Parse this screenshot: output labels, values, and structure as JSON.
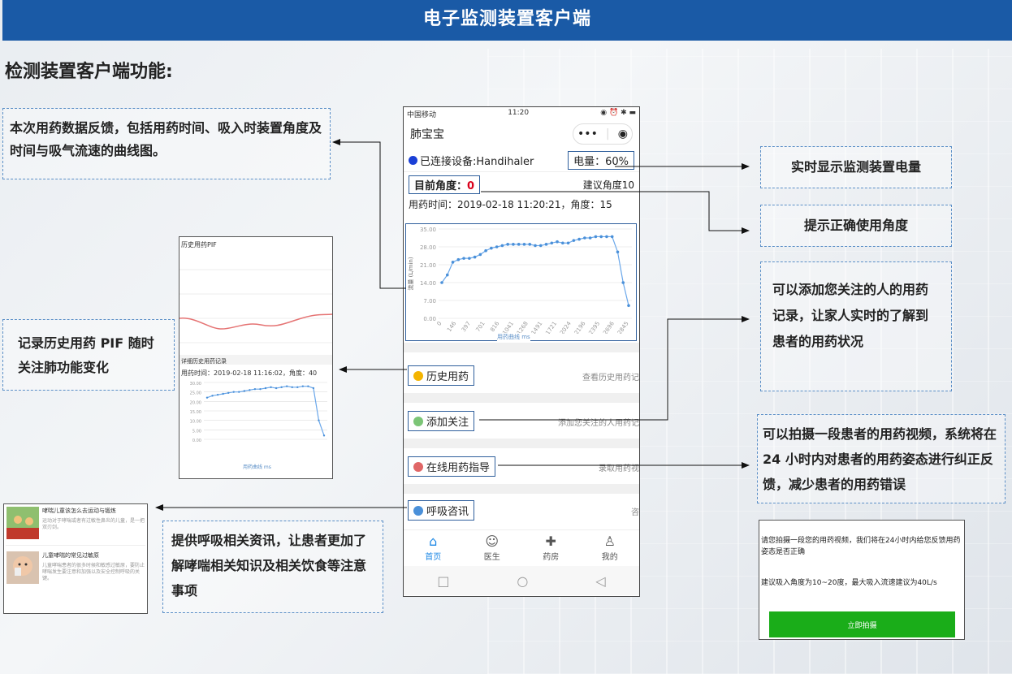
{
  "header_title": "电子监测装置客户端",
  "section_title": "检测装置客户端功能:",
  "callouts": {
    "feedback": "本次用药数据反馈，包括用药时间、吸入时装置角度及时间与吸气流速的曲线图。",
    "battery": "实时显示监测装置电量",
    "angle": "提示正确使用角度",
    "follow": "可以添加您关注的人的用药记录，让家人实时的了解到患者的用药状况",
    "pif": "记录历史用药 PIF 随时关注肺功能变化",
    "video": "可以拍摄一段患者的用药视频，系统将在 24 小时内对患者的用药姿态进行纠正反馈，减少患者的用药错误",
    "info": "提供呼吸相关资讯，让患者更加了解哮喘相关知识及相关饮食等注意事项"
  },
  "phone": {
    "status_left": "中国移动",
    "status_time": "11:20",
    "status_right": "◉ ⏰ ✱ ▬",
    "app_title": "肺宝宝",
    "capsule_more": "•••",
    "capsule_close": "◉",
    "device_connected": "已连接设备:Handihaler",
    "battery": "电量：60%",
    "current_angle_label": "目前角度：",
    "current_angle_value": "0",
    "suggested_angle": "建议角度10",
    "usage_time": "用药时间：2019-02-18 11:20:21，角度：15",
    "chart_legend": "用药曲线 ms",
    "chart_ylabel": "流量 (L/min)",
    "menu": [
      {
        "label": "历史用药",
        "right": "查看历史用药记",
        "color": "#f4b400"
      },
      {
        "label": "添加关注",
        "right": "添加您关注的人用药记",
        "color": "#7cc576"
      },
      {
        "label": "在线用药指导",
        "right": "录取用药视",
        "color": "#e06666"
      },
      {
        "label": "呼吸咨讯",
        "right": "咨",
        "color": "#4a90d9"
      }
    ],
    "tabs": [
      {
        "label": "首页",
        "icon": "⌂"
      },
      {
        "label": "医生",
        "icon": "☺"
      },
      {
        "label": "药房",
        "icon": "✚"
      },
      {
        "label": "我的",
        "icon": "♙"
      }
    ],
    "nav": [
      "□",
      "○",
      "◁"
    ]
  },
  "history_panel": {
    "title": "历史用药PIF",
    "record_title": "详细历史用药记录",
    "record_line": "用药时间：2019-02-18 11:16:02，角度：40",
    "legend": "用药曲线 ms"
  },
  "news_panel": {
    "items": [
      {
        "title": "哮喘儿童该怎么去运动与锻炼",
        "text": "运动对于哮喘或者有过敏性鼻炎的儿童，是一把双刃剑。"
      },
      {
        "title": "儿童哮喘的常见过敏原",
        "text": "儿童哮喘患者的很多时候和敏感过敏原，要防止哮喘发生要注意和加强以及安全控制呼吸的关键。"
      }
    ]
  },
  "video_panel": {
    "text1": "请您拍摄一段您的用药视频，我们将在24小时内给您反馈用药姿态是否正确",
    "text2": "建议吸入角度为10~20度，最大吸入流速建议为40L/s",
    "button": "立即拍摄"
  },
  "chart_data": [
    {
      "type": "line",
      "name": "main",
      "y_ticks": [
        "35.00",
        "28.00",
        "21.00",
        "14.00",
        "7.00",
        "0.00"
      ],
      "x_ticks": [
        "0",
        "146",
        "397",
        "701",
        "816",
        "1041",
        "1268",
        "1491",
        "1721",
        "2024",
        "2196",
        "2395",
        "2696",
        "2845"
      ],
      "ylim": [
        0,
        35
      ],
      "values": [
        14,
        17,
        22,
        23,
        23.5,
        23.5,
        24,
        25,
        26.5,
        27.5,
        28,
        28.5,
        29,
        29,
        29,
        29,
        29,
        28.5,
        28.5,
        29,
        29.5,
        30,
        29.5,
        29.5,
        30.5,
        31,
        31.5,
        31.5,
        32,
        32,
        32,
        32,
        26,
        14,
        5
      ]
    },
    {
      "type": "line",
      "name": "history",
      "y_ticks": [
        "30.00",
        "25.00",
        "20.00",
        "15.00",
        "10.00",
        "5.00",
        "0.00"
      ],
      "ylim": [
        0,
        30
      ],
      "values": [
        22,
        23,
        23.5,
        24,
        24.5,
        25,
        25,
        25.5,
        26,
        26.5,
        26.5,
        27,
        27.5,
        27,
        27.5,
        28,
        27.5,
        27.5,
        28,
        28,
        27,
        10,
        2
      ]
    }
  ]
}
